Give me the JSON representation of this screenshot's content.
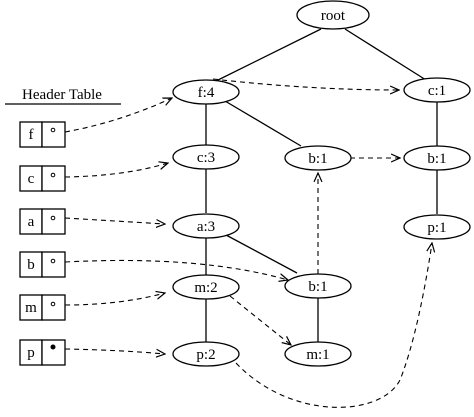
{
  "header_table": {
    "title": "Header Table",
    "rows": [
      {
        "item": "f"
      },
      {
        "item": "c"
      },
      {
        "item": "a"
      },
      {
        "item": "b"
      },
      {
        "item": "m"
      },
      {
        "item": "p"
      }
    ]
  },
  "tree": {
    "nodes": {
      "root": "root",
      "f4": "f:4",
      "c1": "c:1",
      "c3": "c:3",
      "b1_mid": "b:1",
      "b1_right": "b:1",
      "a3": "a:3",
      "p1_right": "p:1",
      "m2": "m:2",
      "b1_low": "b:1",
      "p2": "p:2",
      "m1": "m:1"
    }
  }
}
